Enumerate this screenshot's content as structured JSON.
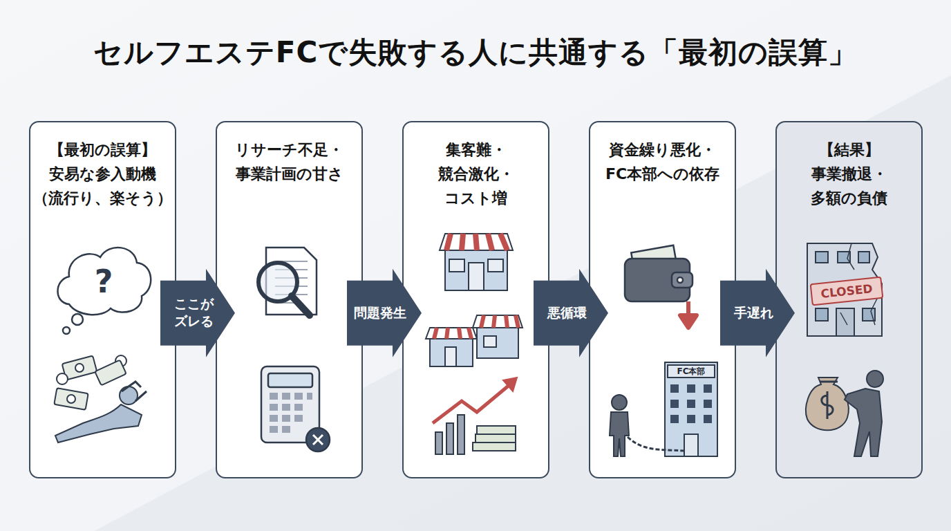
{
  "diagram": {
    "title": "セルフエステFCで失敗する人に共通する「最初の誤算」",
    "nodes": [
      {
        "text": [
          "【最初の誤算】",
          "安易な参入動機 （流行り、楽そう）"
        ]
      },
      {
        "text": [
          "リサーチ不足・ 事業計画の甘さ"
        ]
      },
      {
        "text": [
          "集客難・ 競合激化・ コスト増"
        ]
      },
      {
        "text": [
          "資金繰り悪化・ FC本部への依存"
        ]
      },
      {
        "text": [
          "【結果】",
          "事業撤退・ 多額の負債"
        ]
      }
    ],
    "edges": [
      {
        "from": 0,
        "to": 1,
        "label": "ここが ズレる",
        "arrow": "to"
      },
      {
        "from": 1,
        "to": 2,
        "label": "問題発生",
        "arrow": "to"
      },
      {
        "from": 2,
        "to": 3,
        "label": "悪循環",
        "arrow": "to"
      },
      {
        "from": 3,
        "to": 4,
        "label": "手遅れ",
        "arrow": "to"
      }
    ],
    "labels": [
      "?",
      "CLOSED",
      "FC本部"
    ]
  }
}
